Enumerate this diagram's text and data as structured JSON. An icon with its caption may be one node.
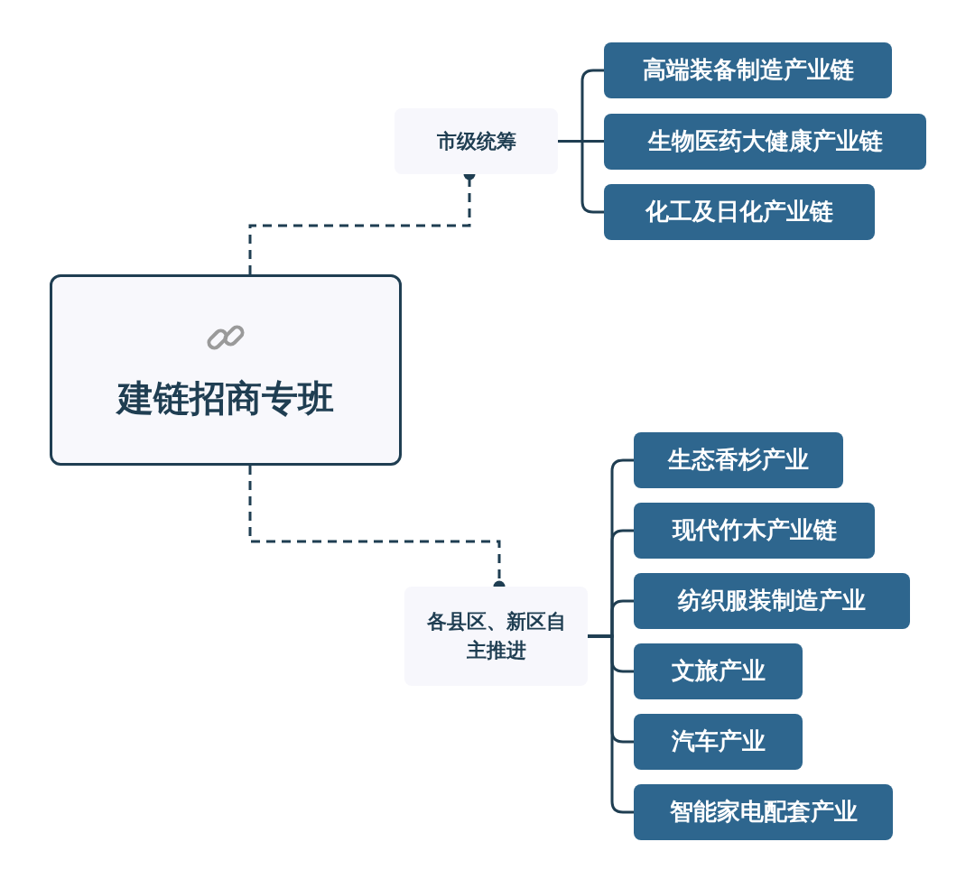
{
  "diagram": {
    "nodes": [
      {
        "text": [
          "建链招商专班"
        ]
      },
      {
        "text": [
          "市级统筹"
        ]
      },
      {
        "text": [
          "高端装备制造产业链"
        ]
      },
      {
        "text": [
          "生物医药大健康产业链"
        ]
      },
      {
        "text": [
          "化工及日化产业链"
        ]
      },
      {
        "text": [
          "各县区、新区自主推进"
        ]
      },
      {
        "text": [
          "生态香杉产业"
        ]
      },
      {
        "text": [
          "现代竹木产业链"
        ]
      },
      {
        "text": [
          "纺织服装制造产业"
        ]
      },
      {
        "text": [
          "文旅产业"
        ]
      },
      {
        "text": [
          "汽车产业"
        ]
      },
      {
        "text": [
          "智能家电配套产业"
        ]
      }
    ],
    "edges": [
      {
        "from": 0,
        "to": 1,
        "arrow": "other",
        "style": "dashed"
      },
      {
        "from": 1,
        "to": 2,
        "arrow": "none"
      },
      {
        "from": 1,
        "to": 3,
        "arrow": "none"
      },
      {
        "from": 1,
        "to": 4,
        "arrow": "none"
      },
      {
        "from": 0,
        "to": 5,
        "arrow": "other",
        "style": "dashed"
      },
      {
        "from": 5,
        "to": 6,
        "arrow": "none"
      },
      {
        "from": 5,
        "to": 7,
        "arrow": "none"
      },
      {
        "from": 5,
        "to": 8,
        "arrow": "none"
      },
      {
        "from": 5,
        "to": 9,
        "arrow": "none"
      },
      {
        "from": 5,
        "to": 10,
        "arrow": "none"
      },
      {
        "from": 5,
        "to": 11,
        "arrow": "none"
      }
    ]
  }
}
